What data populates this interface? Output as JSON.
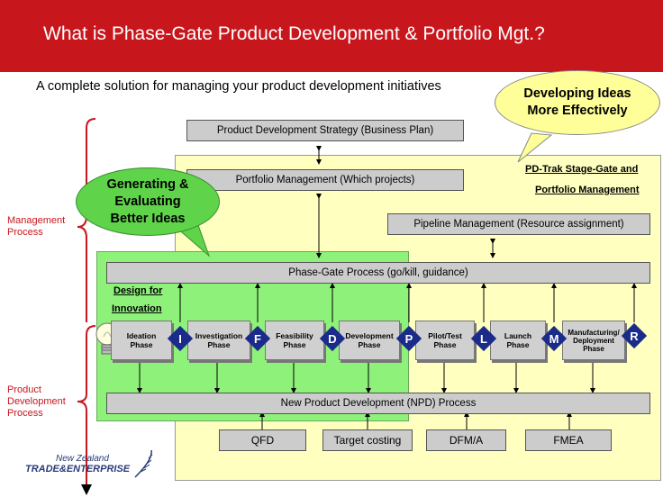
{
  "title": "What is Phase-Gate Product Development & Portfolio Mgt.?",
  "subtitle": "A complete solution for managing your product development initiatives",
  "bubbles": {
    "developing": "Developing Ideas More Effectively",
    "generating": "Generating & Evaluating Better Ideas"
  },
  "pdtrak": [
    "PD-Trak Stage-Gate and",
    "Portfolio Management"
  ],
  "side_labels": {
    "management": [
      "Management",
      "Process"
    ],
    "product": [
      "Product",
      "Development",
      "Process"
    ]
  },
  "design_for": [
    "Design for",
    "Innovation"
  ],
  "boxes": {
    "strategy": "Product Development Strategy (Business Plan)",
    "portfolio": "Portfolio Management (Which projects)",
    "pipeline": "Pipeline Management (Resource assignment)",
    "phasegate": "Phase-Gate Process (go/kill, guidance)",
    "npd": "New Product Development (NPD) Process"
  },
  "phases": [
    [
      "Ideation",
      "Phase"
    ],
    [
      "Investigation",
      "Phase"
    ],
    [
      "Feasibility",
      "Phase"
    ],
    [
      "Development",
      "Phase"
    ],
    [
      "Pilot/Test",
      "Phase"
    ],
    [
      "Launch",
      "Phase"
    ],
    [
      "Manufacturing/",
      "Deployment",
      "Phase"
    ]
  ],
  "gates": [
    "I",
    "F",
    "D",
    "P",
    "L",
    "M",
    "R"
  ],
  "tools": [
    "QFD",
    "Target costing",
    "DFM/A",
    "FMEA"
  ],
  "logo": {
    "line1": "New Zealand",
    "line2": "TRADE&ENTERPRISE"
  },
  "colors": {
    "title_bar": "#c8161d",
    "yellow_zone": "#ffffc0",
    "green_zone": "#8ef27a",
    "gate": "#1a2b8a",
    "bubble_green": "#5fd44a",
    "bubble_yellow": "#ffff99"
  }
}
